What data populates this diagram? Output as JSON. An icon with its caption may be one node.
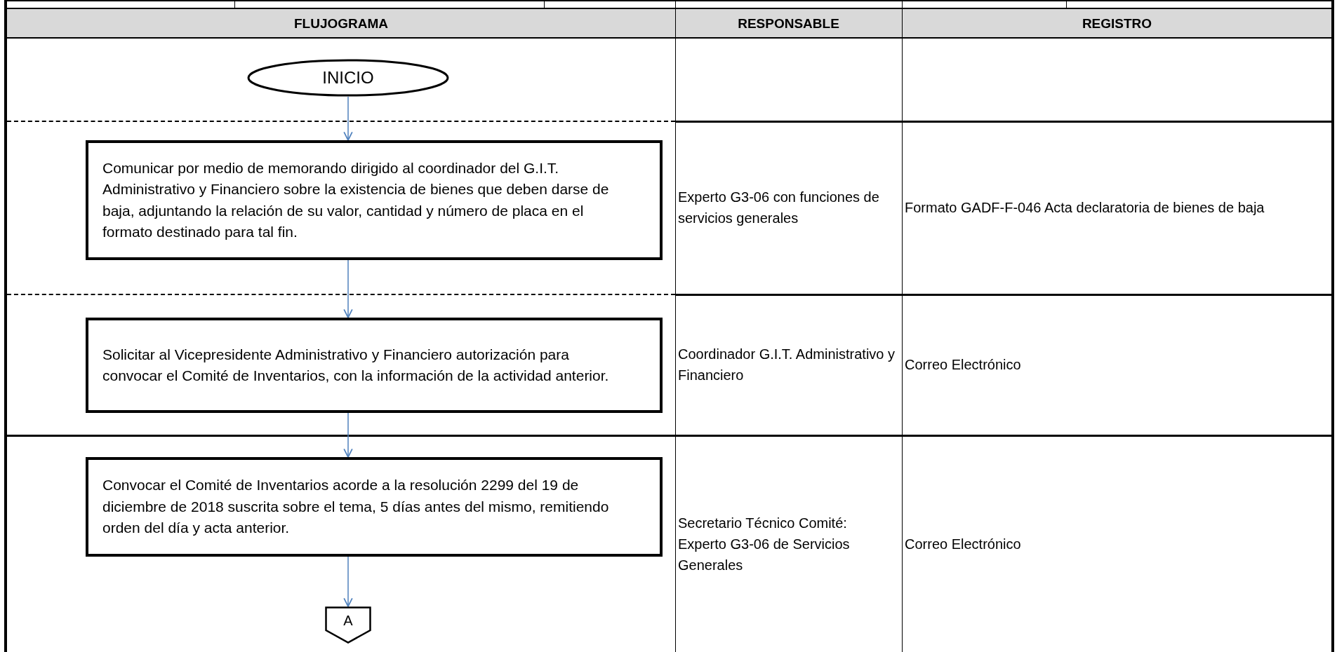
{
  "diagram": {
    "nodes": [
      {
        "text": [
          "INICIO"
        ]
      },
      {
        "text": [
          "Comunicar por medio de memorando dirigido al coordinador del G.I.T. Administrativo y Financiero sobre la existencia de bienes que deben darse de baja, adjuntando la relación de su valor, cantidad y número de placa en el formato destinado para tal fin."
        ]
      },
      {
        "text": [
          "Solicitar al Vicepresidente Administrativo y Financiero autorización para convocar el Comité de Inventarios, con la información de la actividad anterior."
        ]
      },
      {
        "text": [
          "Convocar el Comité de Inventarios acorde a la resolución 2299 del 19 de diciembre de 2018 suscrita sobre el tema, 5 días antes del mismo, remitiendo orden del día y acta anterior."
        ]
      },
      {
        "text": [
          "A"
        ]
      }
    ],
    "edges": [
      {
        "from": 0,
        "to": 1,
        "arrow": "to"
      },
      {
        "from": 1,
        "to": 2,
        "arrow": "to"
      },
      {
        "from": 2,
        "to": 3,
        "arrow": "to"
      },
      {
        "from": 3,
        "to": 4,
        "arrow": "to"
      }
    ],
    "labels": [
      "FLUJOGRAMA",
      "RESPONSABLE",
      "REGISTRO",
      "Experto G3-06 con funciones de servicios generales",
      "Formato GADF-F-046 Acta declaratoria de bienes de baja",
      "Coordinador G.I.T. Administrativo y Financiero",
      "Correo Electrónico",
      "Secretario Técnico Comité: Experto G3-06 de Servicios Generales",
      "Correo Electrónico"
    ]
  }
}
